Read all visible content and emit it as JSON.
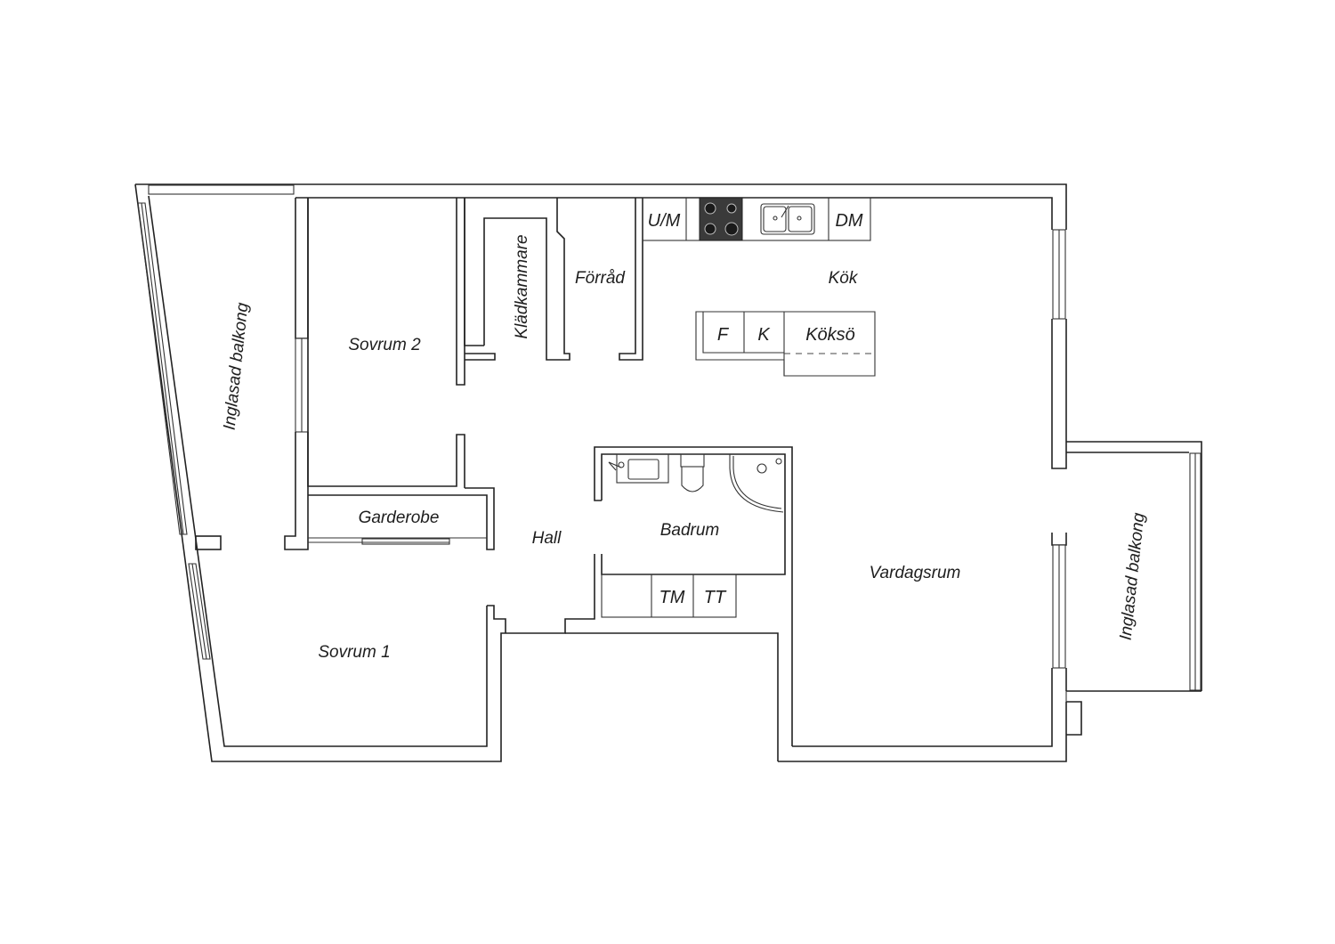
{
  "floorplan": {
    "rooms": {
      "balcony_left": "Inglasad balkong",
      "sovrum2": "Sovrum 2",
      "kladkammare": "Klädkammare",
      "forrad": "Förråd",
      "kok": "Kök",
      "garderobe": "Garderobe",
      "hall": "Hall",
      "badrum": "Badrum",
      "sovrum1": "Sovrum 1",
      "vardagsrum": "Vardagsrum",
      "balcony_right": "Inglasad balkong"
    },
    "fixtures": {
      "um": "U/M",
      "dm": "DM",
      "f": "F",
      "k": "K",
      "kokso": "Köksö",
      "tm": "TM",
      "tt": "TT"
    }
  }
}
